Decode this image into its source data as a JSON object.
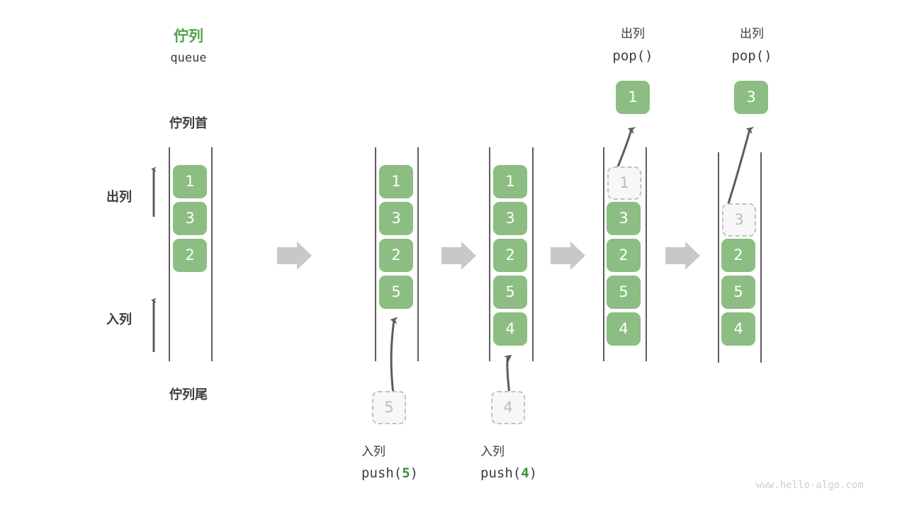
{
  "diagram": {
    "title_cn": "佇列",
    "title_code": "queue",
    "front_label": "佇列首",
    "rear_label": "佇列尾",
    "dequeue_side_label": "出列",
    "enqueue_side_label": "入列",
    "watermark": "www.hello-algo.com",
    "accent_green": "#51a34a",
    "cell_green": "#8cbd83",
    "ghost_gray": "#bdbdbd",
    "rail_color": "#5c5c5c",
    "arrow_gray": "#c8c8c8"
  },
  "columns": [
    {
      "id": "initial",
      "op_cn": "",
      "op_code": "",
      "op_arg": "",
      "cells": [
        "1",
        "3",
        "2"
      ],
      "ghost_index": -1,
      "detached": "",
      "detached_position": ""
    },
    {
      "id": "after-push-5",
      "op_cn": "入列",
      "op_code_pre": "push(",
      "op_arg": "5",
      "op_code_post": ")",
      "cells": [
        "1",
        "3",
        "2",
        "5"
      ],
      "ghost_index": -1,
      "detached": "5",
      "detached_position": "below"
    },
    {
      "id": "after-push-4",
      "op_cn": "入列",
      "op_code_pre": "push(",
      "op_arg": "4",
      "op_code_post": ")",
      "cells": [
        "1",
        "3",
        "2",
        "5",
        "4"
      ],
      "ghost_index": -1,
      "detached": "4",
      "detached_position": "below"
    },
    {
      "id": "after-pop-1",
      "op_cn": "出列",
      "op_code_pre": "pop(",
      "op_arg": "",
      "op_code_post": ")",
      "cells": [
        "1",
        "3",
        "2",
        "5",
        "4"
      ],
      "ghost_index": 0,
      "detached": "1",
      "detached_position": "above"
    },
    {
      "id": "after-pop-3",
      "op_cn": "出列",
      "op_code_pre": "pop(",
      "op_arg": "",
      "op_code_post": ")",
      "cells": [
        "3",
        "2",
        "5",
        "4"
      ],
      "ghost_index": 0,
      "detached": "3",
      "detached_position": "above"
    }
  ],
  "cells_text": {
    "c1_0": "1",
    "c1_1": "3",
    "c1_2": "2",
    "c2_0": "1",
    "c2_1": "3",
    "c2_2": "2",
    "c2_3": "5",
    "c3_0": "1",
    "c3_1": "3",
    "c3_2": "2",
    "c3_3": "5",
    "c3_4": "4",
    "c4_0": "1",
    "c4_1": "3",
    "c4_2": "2",
    "c4_3": "5",
    "c4_4": "4",
    "c5_0": "3",
    "c5_1": "2",
    "c5_2": "5",
    "c5_3": "4",
    "ghost_push5": "5",
    "ghost_push4": "4",
    "popped1": "1",
    "popped3": "3"
  },
  "labels": {
    "op2_cn": "入列",
    "op2_pre": "push(",
    "op2_arg": "5",
    "op2_post": ")",
    "op3_cn": "入列",
    "op3_pre": "push(",
    "op3_arg": "4",
    "op3_post": ")",
    "op4_cn": "出列",
    "op4_code": "pop()",
    "op5_cn": "出列",
    "op5_code": "pop()"
  }
}
